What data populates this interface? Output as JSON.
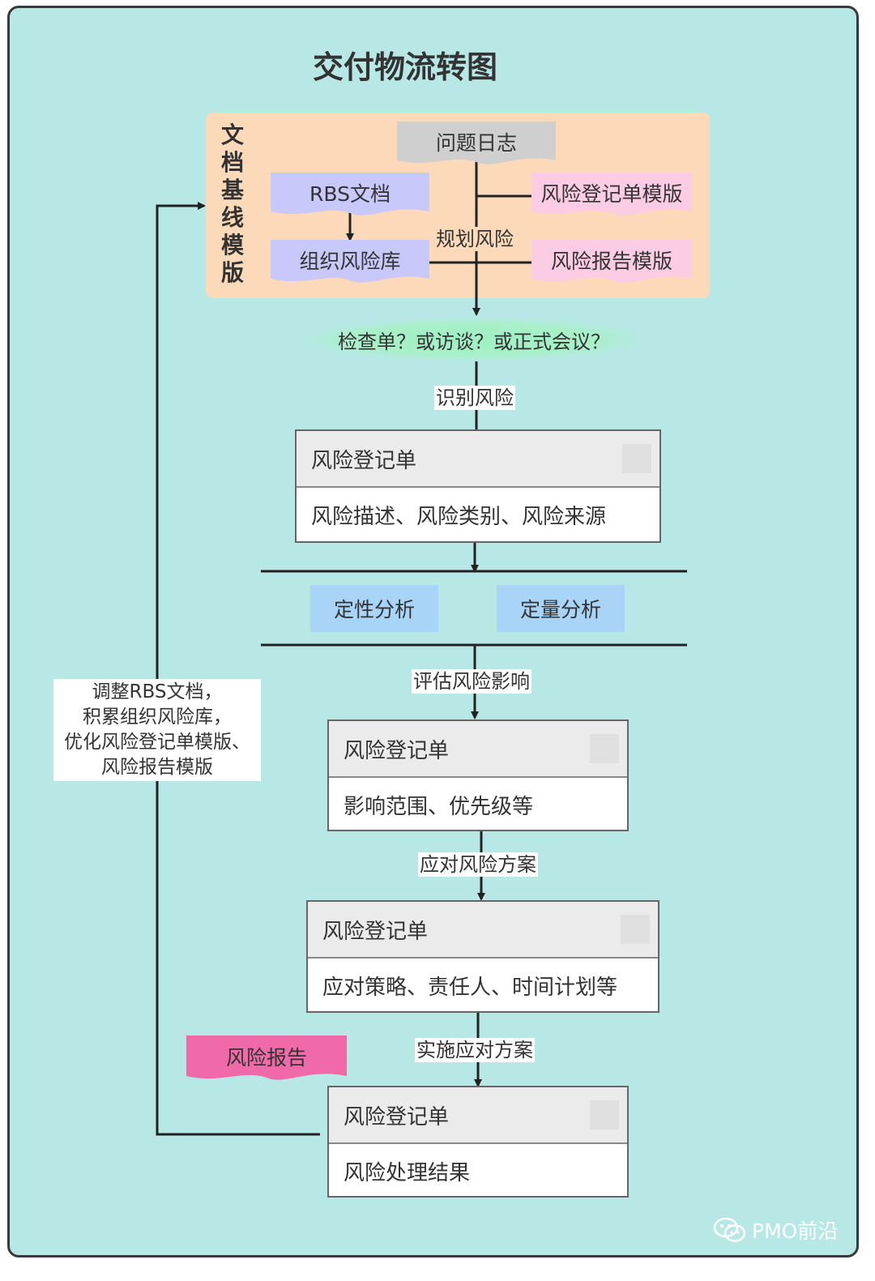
{
  "title": "交付物流转图",
  "baseline_group_label": "文档基线模版",
  "docs": {
    "issue_log": "问题日志",
    "rbs_doc": "RBS文档",
    "org_risk_lib": "组织风险库",
    "risk_register_template": "风险登记单模版",
    "risk_report_template": "风险报告模版",
    "risk_report": "风险报告"
  },
  "methods_label": "检查单？或访谈？或正式会议？",
  "edges": {
    "plan_risk": "规划风险",
    "identify_risk": "识别风险",
    "assess_impact": "评估风险影响",
    "response_plan": "应对风险方案",
    "implement_response": "实施应对方案"
  },
  "analysis": {
    "qualitative": "定性分析",
    "quantitative": "定量分析"
  },
  "registers": [
    {
      "title": "风险登记单",
      "content": "风险描述、风险类别、风险来源"
    },
    {
      "title": "风险登记单",
      "content": "影响范围、优先级等"
    },
    {
      "title": "风险登记单",
      "content": "应对策略、责任人、时间计划等"
    },
    {
      "title": "风险登记单",
      "content": "风险处理结果"
    }
  ],
  "feedback_note": [
    "调整RBS文档，",
    "积累组织风险库，",
    "优化风险登记单模版、",
    "风险报告模版"
  ],
  "watermark": "PMO前沿",
  "colors": {
    "background": "#b7e8e6",
    "baseline_panel": "#fcd9b9",
    "issue_log": "#cfcfcf",
    "rbs_doc": "#c8c8fb",
    "template_doc": "#fbcce3",
    "risk_report": "#f06aaa",
    "analysis": "#a8d4f8",
    "methods": "#a8f0c8"
  }
}
